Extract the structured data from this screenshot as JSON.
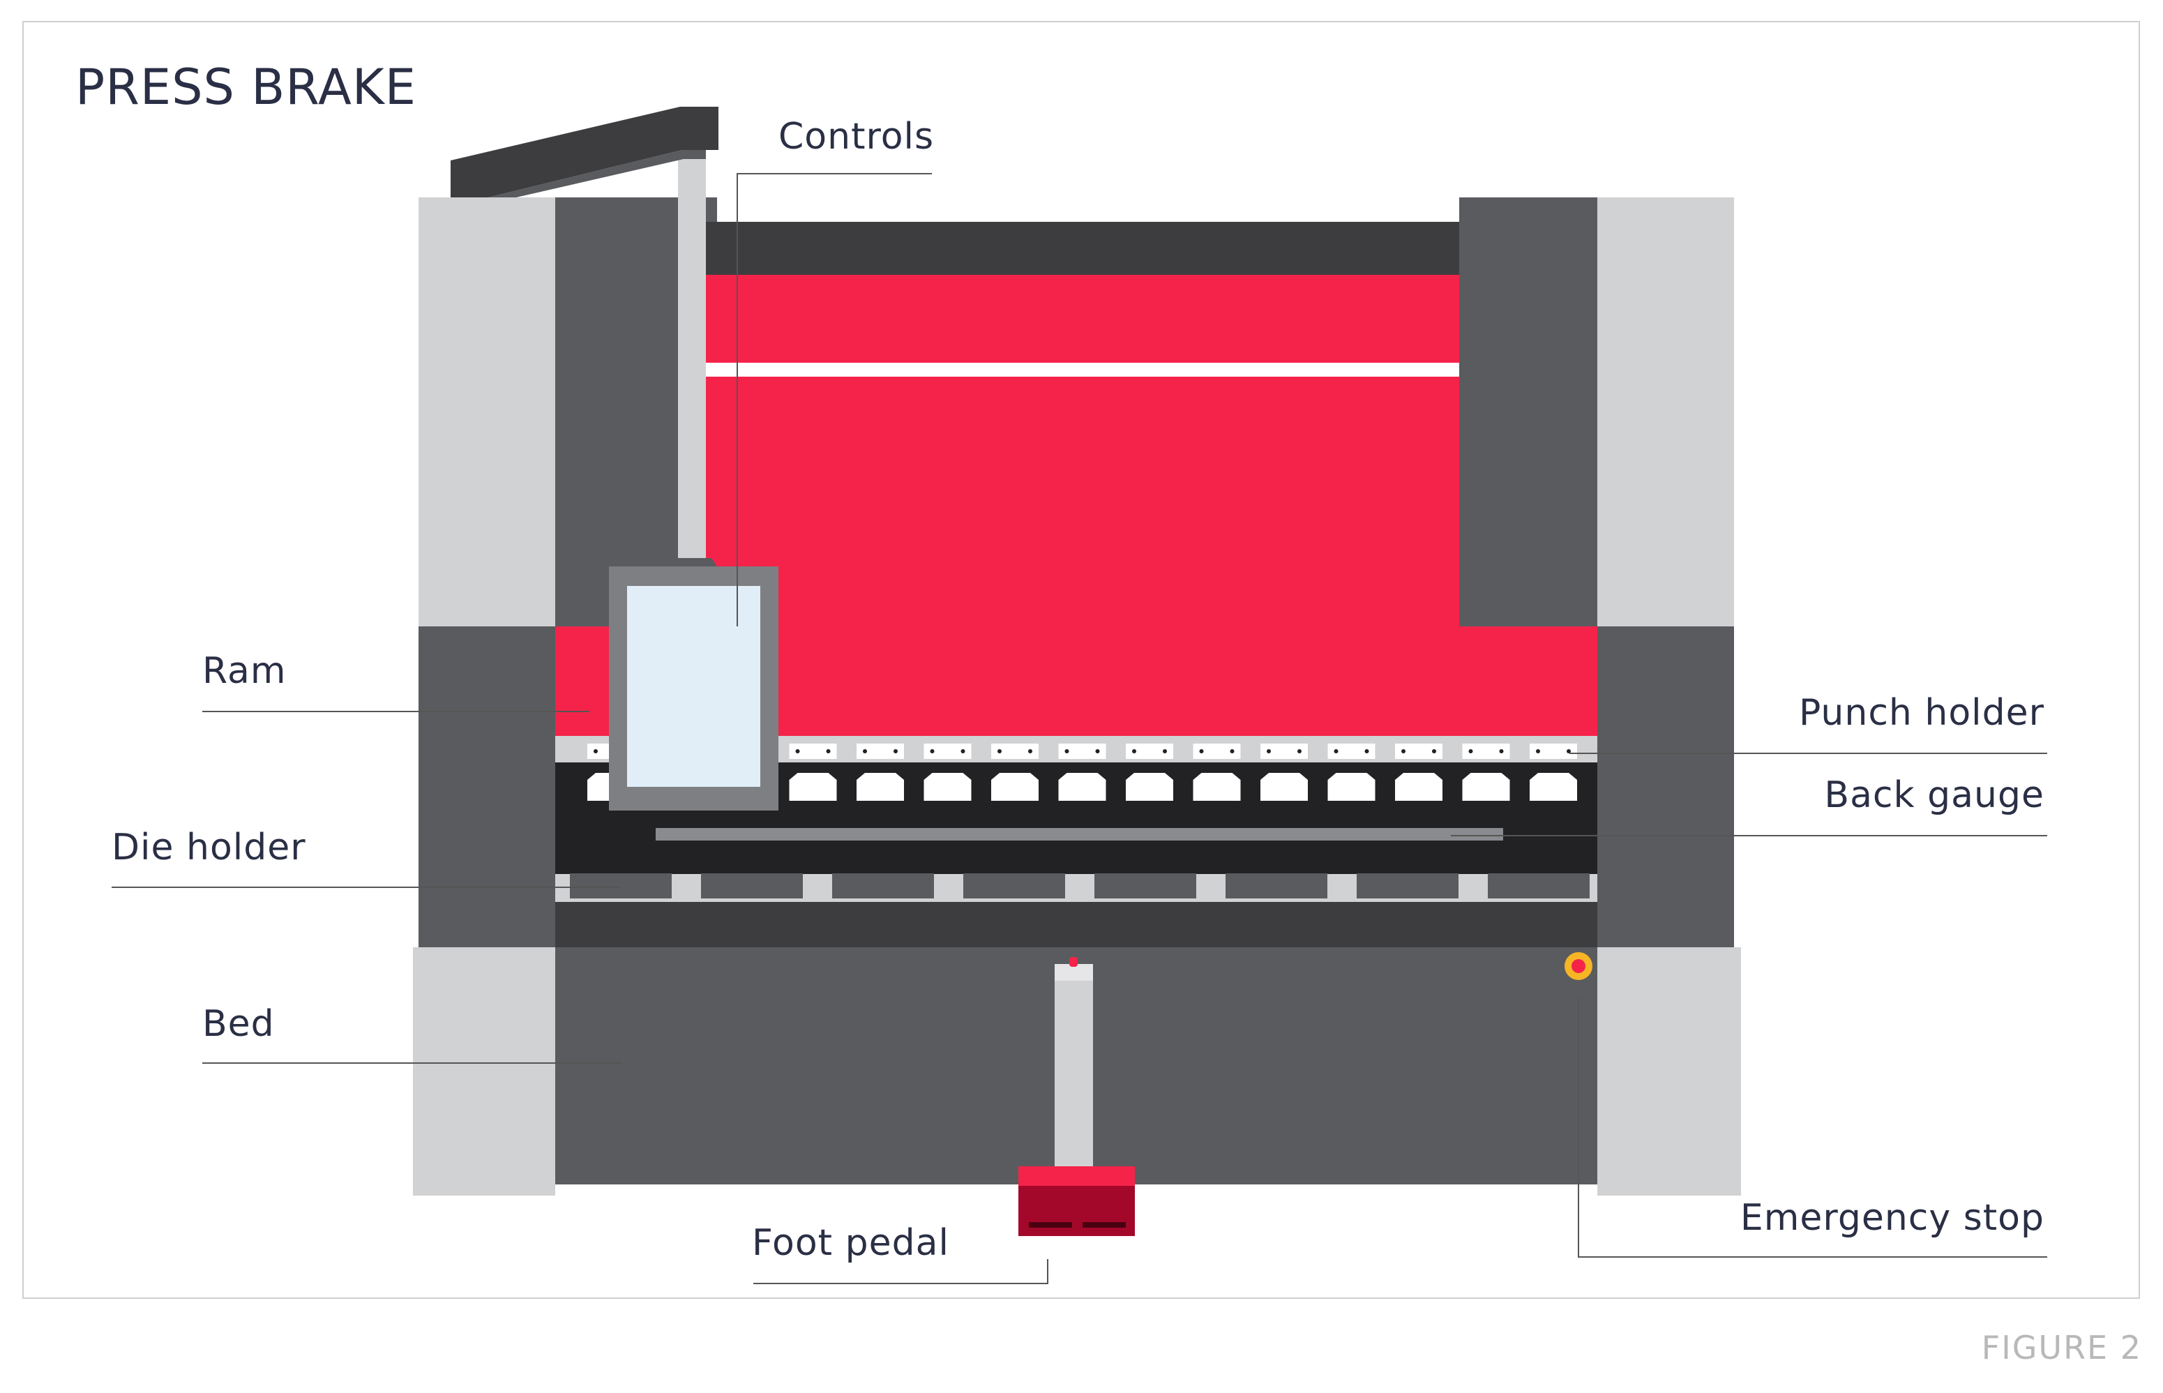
{
  "title": "PRESS BRAKE",
  "figure_label": "FIGURE 2",
  "labels": {
    "controls": "Controls",
    "ram": "Ram",
    "punch_holder": "Punch holder",
    "back_gauge": "Back gauge",
    "die_holder": "Die holder",
    "bed": "Bed",
    "foot_pedal": "Foot pedal",
    "emergency_stop": "Emergency stop"
  },
  "colors": {
    "accent_red": "#f5234a",
    "dark_red": "#a3082a",
    "dark_gray": "#5a5b5e",
    "charcoal": "#3d3d40",
    "light_gray": "#d1d2d4",
    "black": "#222224",
    "screen": "#e1eef8",
    "line": "#555555"
  }
}
